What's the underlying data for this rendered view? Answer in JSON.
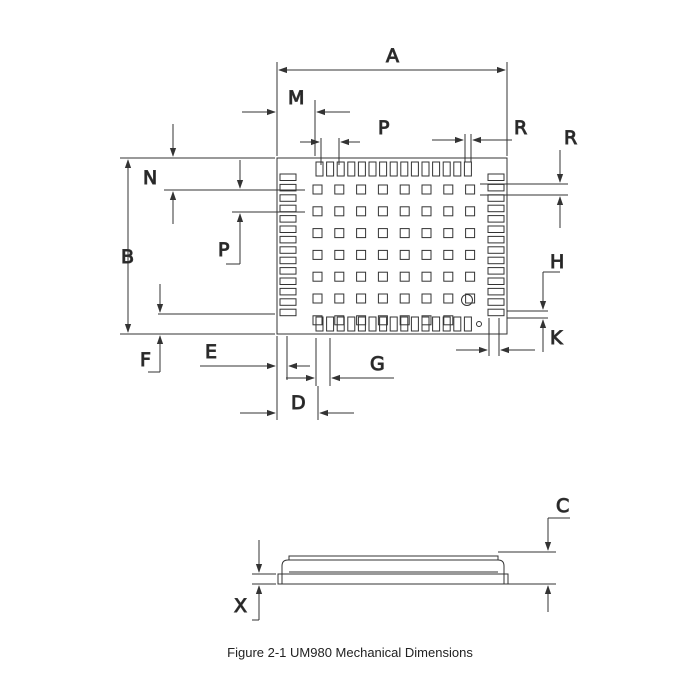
{
  "labels": {
    "A": "A",
    "B": "B",
    "C": "C",
    "D": "D",
    "E": "E",
    "F": "F",
    "G": "G",
    "H": "H",
    "K": "K",
    "M": "M",
    "N": "N",
    "P_top": "P",
    "P_left": "P",
    "R_top": "R",
    "R_right": "R",
    "X": "X"
  },
  "caption": "Figure 2-1 UM980 Mechanical Dimensions",
  "pads": {
    "top_row_count": 15,
    "bottom_row_count": 15,
    "left_column_count": 14,
    "right_column_count": 14,
    "inner_grid_columns": 8,
    "inner_grid_rows": 7
  },
  "colors": {
    "line": "#333333",
    "text": "#222222"
  }
}
